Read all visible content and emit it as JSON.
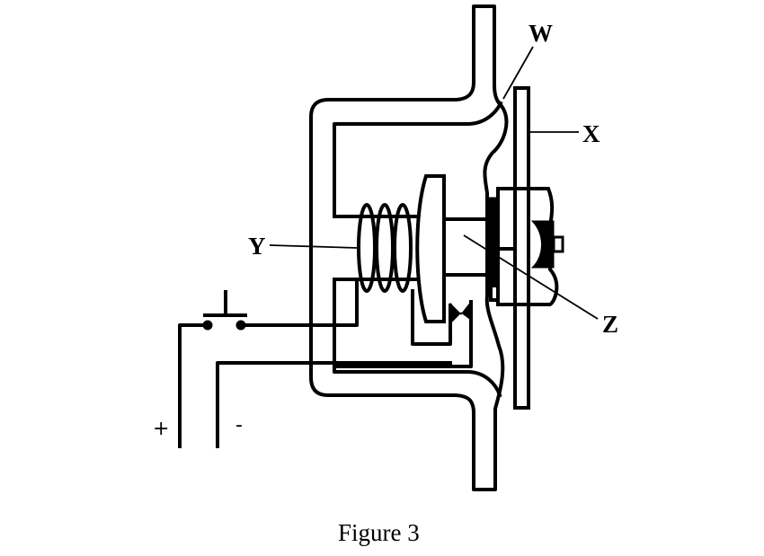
{
  "figure": {
    "caption": "Figure 3",
    "title": "Electric bell / buzzer mechanism"
  },
  "labels": {
    "W": "W",
    "X": "X",
    "Y": "Y",
    "Z": "Z"
  },
  "terminals": {
    "positive": "+",
    "negative": "-"
  },
  "components": [
    {
      "id": "W",
      "name": "thin metal diaphragm / frame"
    },
    {
      "id": "X",
      "name": "plate"
    },
    {
      "id": "Y",
      "name": "coil"
    },
    {
      "id": "Z",
      "name": "contact"
    },
    {
      "name": "push switch"
    },
    {
      "name": "iron core"
    },
    {
      "name": "armature"
    }
  ],
  "colors": {
    "ink": "#000000",
    "background": "#ffffff"
  }
}
